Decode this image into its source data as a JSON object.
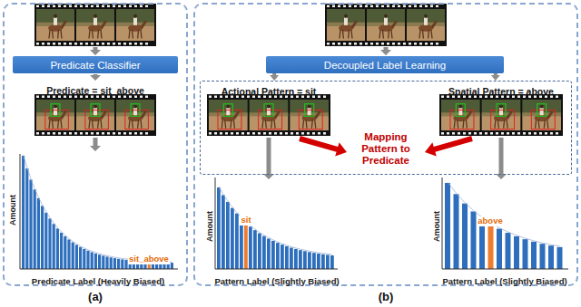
{
  "diagram": {
    "nodes": [
      {
        "text": [
          "(a)"
        ]
      },
      {
        "text": [
          "Predicate Classifier"
        ],
        "in": 0
      },
      {
        "text": [
          "(b)"
        ]
      },
      {
        "text": [
          "Decoupled Label Learning"
        ],
        "in": 2
      },
      {
        "text": [
          "Actional Pattern = sit",
          "Spatial Pattern = above"
        ],
        "in": 2
      }
    ],
    "edges": [
      {
        "from": 3,
        "to": 4,
        "arrow": "to"
      },
      {
        "from": 3,
        "to": 4,
        "arrow": "to"
      }
    ],
    "labels": [
      "Predicate = sit_above",
      "Amount",
      "sit_above",
      "Predicate Label (Heavily Biased)",
      "Amount",
      "sit",
      "Pattern Label (Slightly Biased)",
      "Mapping Pattern to Predicate",
      "Amount",
      "above",
      "Pattern Label (Slightly Biased)"
    ]
  }
}
